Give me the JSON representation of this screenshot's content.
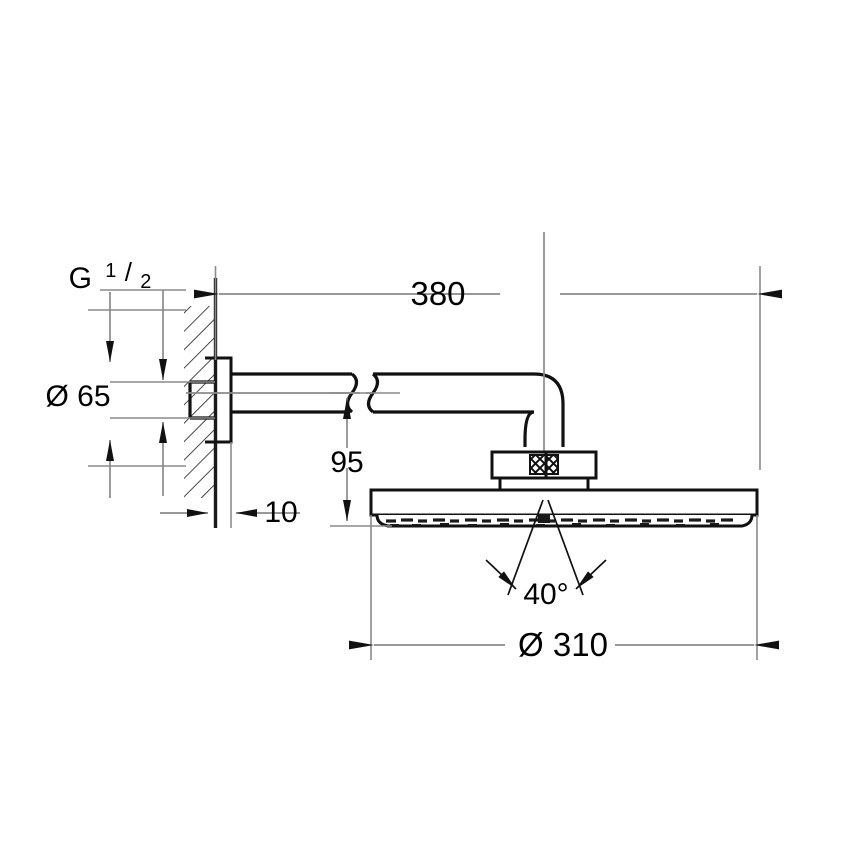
{
  "drawing": {
    "title": "Shower head with wall arm — dimensioned technical drawing",
    "units": "mm",
    "line_color": "#1a1a1a",
    "thin_line_color": "#555555",
    "background": "#ffffff",
    "dimensions": {
      "thread": {
        "label_prefix": "G",
        "fraction_numerator": "1",
        "fraction_slash": "/",
        "fraction_denominator": "2",
        "full_label": "G 1/2"
      },
      "flange_diameter": {
        "symbol": "Ø",
        "value": "65",
        "label": "Ø 65"
      },
      "arm_length": {
        "value": "380",
        "label": "380"
      },
      "wall_projection": {
        "value": "10",
        "label": "10"
      },
      "drop_height": {
        "value": "95",
        "label": "95"
      },
      "head_diameter": {
        "symbol": "Ø",
        "value": "310",
        "label": "Ø 310"
      },
      "spray_angle": {
        "value": "40",
        "unit": "°",
        "label": "40°"
      }
    },
    "parts": {
      "wall": "wall-section-hatched",
      "escutcheon": "wall-flange",
      "arm": "shower-arm",
      "break_symbol": "arm-break-symbol",
      "ball_joint": "ball-joint-connector",
      "head": "shower-head-body",
      "nozzles": "spray-nozzle-array"
    }
  }
}
